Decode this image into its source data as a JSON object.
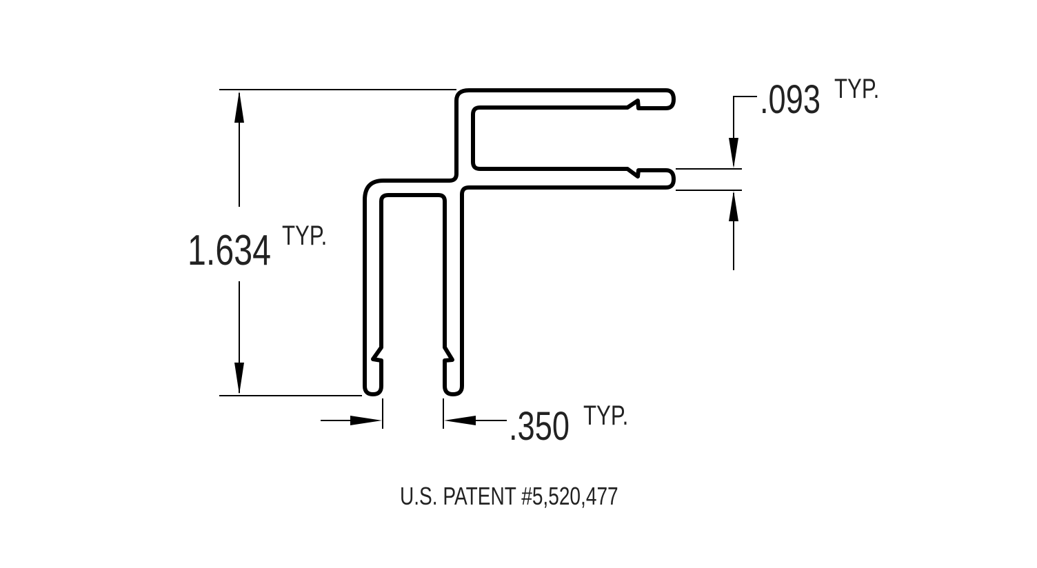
{
  "drawing": {
    "height_dim": {
      "value": "1.634",
      "suffix": "TYP."
    },
    "thickness_dim": {
      "value": ".093",
      "suffix": "TYP."
    },
    "gap_dim": {
      "value": ".350",
      "suffix": "TYP."
    },
    "patent": "U.S. PATENT #5,520,477"
  },
  "colors": {
    "line": "#000000",
    "text": "#222222"
  }
}
